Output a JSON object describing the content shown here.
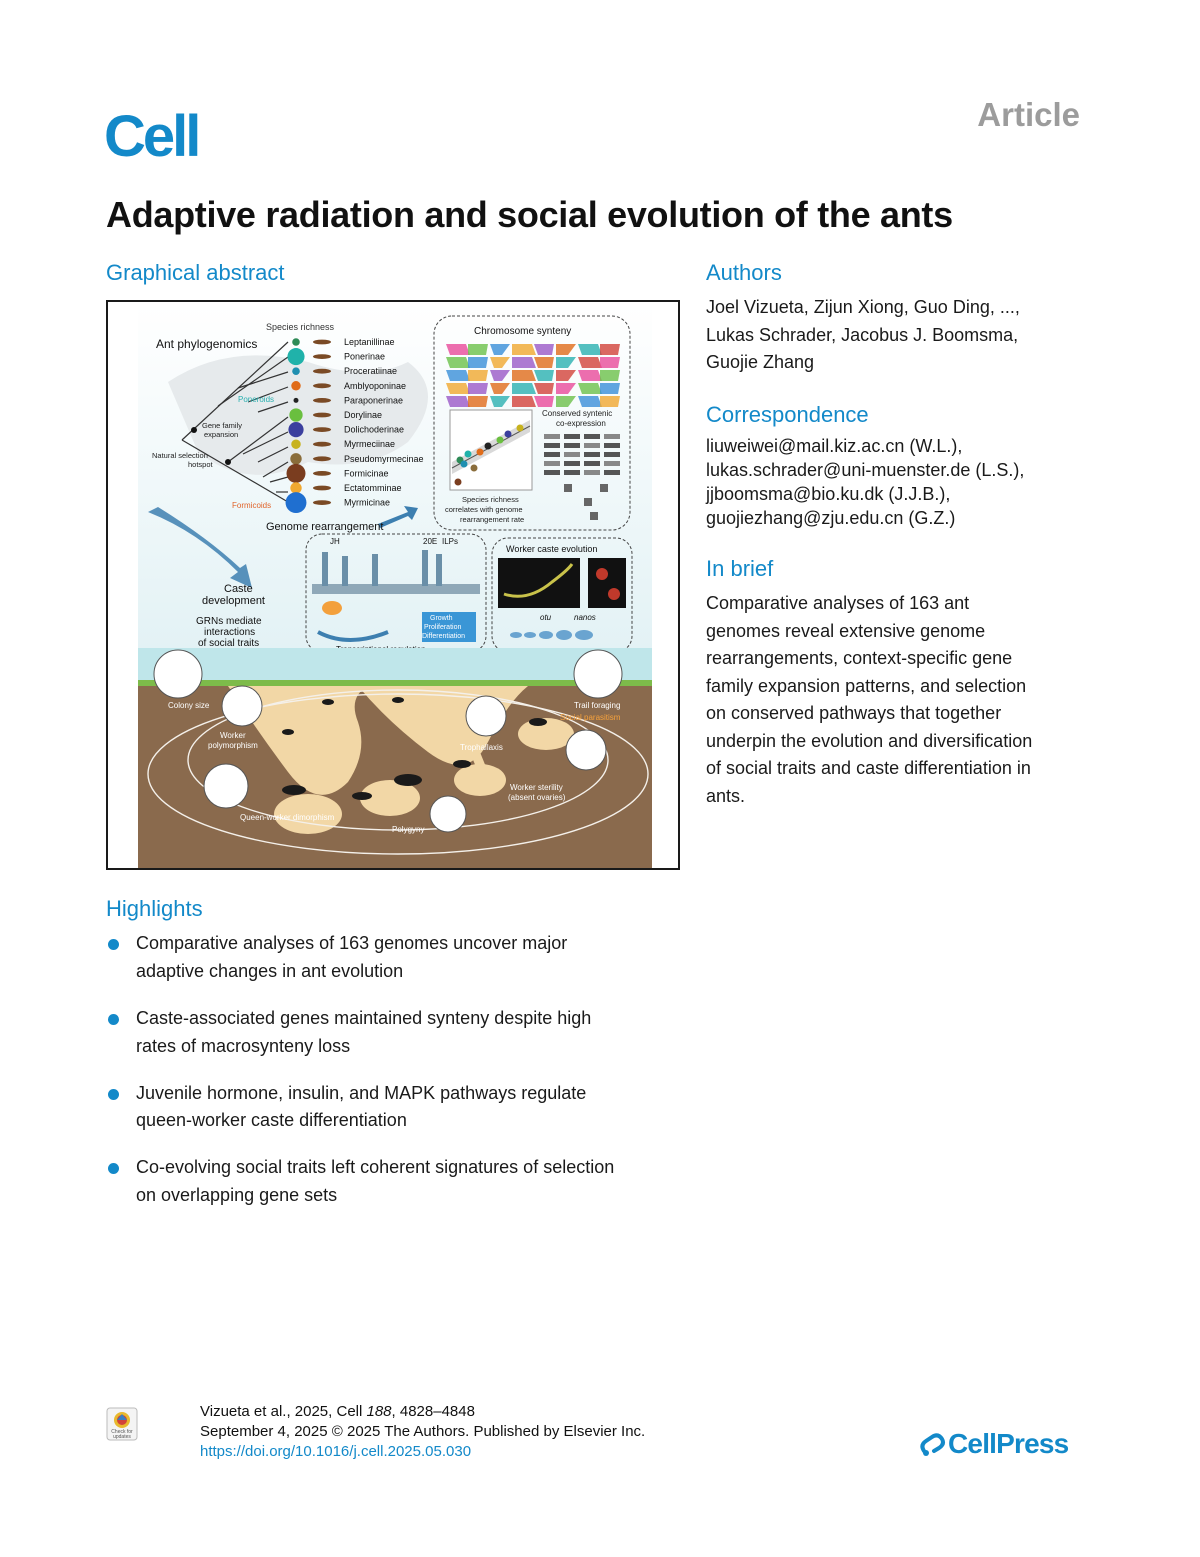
{
  "header": {
    "journal": "Cell",
    "article_type": "Article",
    "title": "Adaptive radiation and social evolution of the ants"
  },
  "graphical_abstract": {
    "heading": "Graphical abstract",
    "labels": {
      "species_richness": "Species richness",
      "ant_phylogenomics": "Ant phylogenomics",
      "poneroids": "Poneroids",
      "formicoids": "Formicoids",
      "gene_family_expansion_1": "Gene family",
      "gene_family_expansion_2": "expansion",
      "natural_selection_1": "Natural selection",
      "natural_selection_2": "hotspot",
      "chromosome_synteny": "Chromosome synteny",
      "conserved_syntenic_1": "Conserved syntenic",
      "conserved_syntenic_2": "co-expression",
      "species_richness_corr_1": "Species richness",
      "species_richness_corr_2": "correlates with genome",
      "species_richness_corr_3": "rearrangement rate",
      "genome_rearrangement": "Genome rearrangement",
      "caste_development_1": "Caste",
      "caste_development_2": "development",
      "grns_1": "GRNs mediate",
      "grns_2": "interactions",
      "grns_3": "of social traits",
      "jh": "JH",
      "e20": "20E",
      "ilps": "ILPs",
      "growth_1": "Growth",
      "growth_2": "Proliferation",
      "growth_3": "Differentiation",
      "transcriptional_regulation": "Transcriptional regulation",
      "worker_caste_evolution": "Worker caste evolution",
      "otu": "otu",
      "nanos": "nanos",
      "colony_size": "Colony size",
      "worker_polymorphism_1": "Worker",
      "worker_polymorphism_2": "polymorphism",
      "trail_foraging": "Trail foraging",
      "social_parasitism": "Social parasitism",
      "trophallaxis": "Trophallaxis",
      "worker_sterility_1": "Worker sterility",
      "worker_sterility_2": "(absent ovaries)",
      "queen_worker_dimorphism": "Queen-worker dimorphism",
      "polygyny": "Polygyny"
    },
    "subfamilies": [
      {
        "name": "Leptanillinae",
        "color": "#2e8b57",
        "size": 4
      },
      {
        "name": "Ponerinae",
        "color": "#20b2aa",
        "size": 9
      },
      {
        "name": "Proceratiinae",
        "color": "#1f8fb0",
        "size": 4
      },
      {
        "name": "Amblyoponinae",
        "color": "#e06c1a",
        "size": 5
      },
      {
        "name": "Paraponerinae",
        "color": "#222222",
        "size": 2
      },
      {
        "name": "Dorylinae",
        "color": "#6abf3f",
        "size": 7
      },
      {
        "name": "Dolichoderinae",
        "color": "#3b3f9e",
        "size": 8
      },
      {
        "name": "Myrmeciinae",
        "color": "#c7b21e",
        "size": 5
      },
      {
        "name": "Pseudomyrmecinae",
        "color": "#8a6d3b",
        "size": 6
      },
      {
        "name": "Formicinae",
        "color": "#7a3d1f",
        "size": 10
      },
      {
        "name": "Ectatomminae",
        "color": "#f0a830",
        "size": 6
      },
      {
        "name": "Myrmicinae",
        "color": "#1f6fd0",
        "size": 11
      }
    ]
  },
  "authors": {
    "heading": "Authors",
    "lines": [
      "Joel Vizueta, Zijun Xiong, Guo Ding, ...,",
      "Lukas Schrader, Jacobus J. Boomsma,",
      "Guojie Zhang"
    ]
  },
  "correspondence": {
    "heading": "Correspondence",
    "lines": [
      "liuweiwei@mail.kiz.ac.cn (W.L.),",
      "lukas.schrader@uni-muenster.de (L.S.),",
      "jjboomsma@bio.ku.dk (J.J.B.),",
      "guojiezhang@zju.edu.cn (G.Z.)"
    ]
  },
  "in_brief": {
    "heading": "In brief",
    "lines": [
      "Comparative analyses of 163 ant",
      "genomes reveal extensive genome",
      "rearrangements, context-specific gene",
      "family expansion patterns, and selection",
      "on conserved pathways that together",
      "underpin the evolution and diversification",
      "of social traits and caste differentiation in",
      "ants."
    ]
  },
  "highlights": {
    "heading": "Highlights",
    "items": [
      {
        "line1": "Comparative analyses of 163 genomes uncover major",
        "line2": "adaptive changes in ant evolution"
      },
      {
        "line1": "Caste-associated genes maintained synteny despite high",
        "line2": "rates of macrosynteny loss"
      },
      {
        "line1": "Juvenile hormone, insulin, and MAPK pathways regulate",
        "line2": "queen-worker caste differentiation"
      },
      {
        "line1": "Co-evolving social traits left coherent signatures of selection",
        "line2": "on overlapping gene sets"
      }
    ]
  },
  "citation": {
    "line1_prefix": "Vizueta et al., 2025, Cell ",
    "volume": "188",
    "pages": ", 4828–4848",
    "line2": "September 4, 2025 © 2025 The Authors. Published by Elsevier Inc.",
    "doi": "https://doi.org/10.1016/j.cell.2025.05.030"
  },
  "footer": {
    "publisher": "CellPress",
    "check_updates_1": "Check for",
    "check_updates_2": "updates"
  },
  "colors": {
    "accent": "#1389c9",
    "article_gray": "#9c9c9c",
    "soil": "#8a6a4d",
    "tunnel": "#f2d7a6",
    "sky": "#bfe6ea"
  }
}
